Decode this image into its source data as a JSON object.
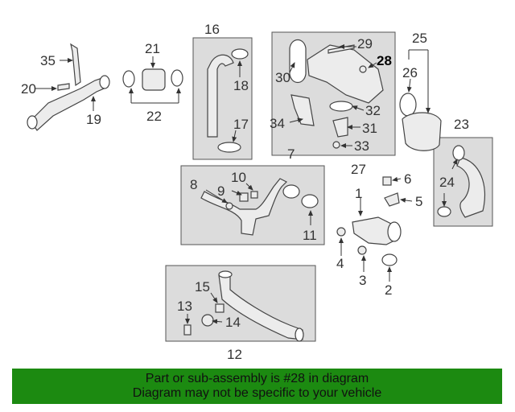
{
  "diagram": {
    "callouts": {
      "c1": "1",
      "c2": "2",
      "c3": "3",
      "c4": "4",
      "c5": "5",
      "c6": "6",
      "c7": "7",
      "c8": "8",
      "c9": "9",
      "c10": "10",
      "c11": "11",
      "c12": "12",
      "c13": "13",
      "c14": "14",
      "c15": "15",
      "c16": "16",
      "c17": "17",
      "c18": "18",
      "c19": "19",
      "c20": "20",
      "c21": "21",
      "c22": "22",
      "c23": "23",
      "c24": "24",
      "c25": "25",
      "c26": "26",
      "c27": "27",
      "c28": "28",
      "c29": "29",
      "c30": "30",
      "c31": "31",
      "c32": "32",
      "c33": "33",
      "c34": "34",
      "c35": "35"
    },
    "highlighted_part": "28",
    "colors": {
      "banner": "#1c8a11",
      "group_box": "#dcdcdc"
    }
  },
  "banner": {
    "line1": "Part or sub-assembly is #28 in diagram",
    "line2": "Diagram may not be specific to your vehicle"
  }
}
